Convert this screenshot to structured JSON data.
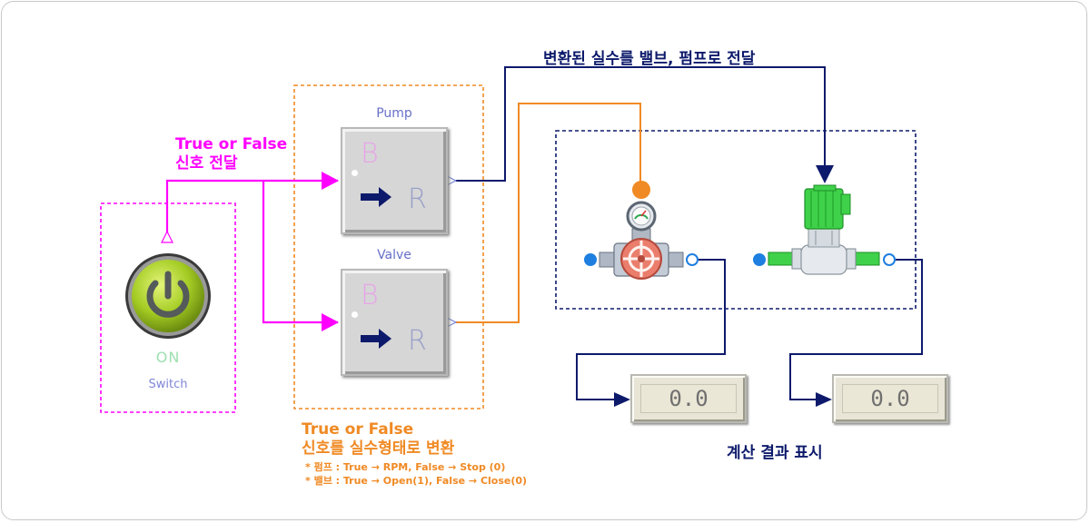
{
  "labels": {
    "signal_title_line1": "True or False",
    "signal_title_line2": "신호 전달",
    "convert_title_line1": "True or False",
    "convert_title_line2": "신호를 실수형태로 변환",
    "convert_note_pump": "* 펌프 : True → RPM, False → Stop (0)",
    "convert_note_valve": "* 밸브 : True → Open(1), False → Close(0)",
    "deliver_title": "변환된 실수를 밸브, 펌프로 전달",
    "result_title": "계산 결과 표시"
  },
  "switch": {
    "state": "ON",
    "label": "Switch"
  },
  "blocks": [
    {
      "label": "Pump",
      "input_letter": "B",
      "output_letter": "R"
    },
    {
      "label": "Valve",
      "input_letter": "B",
      "output_letter": "R"
    }
  ],
  "displays": [
    {
      "value": "0.0"
    },
    {
      "value": "0.0"
    }
  ],
  "colors": {
    "magenta": "#ff00ff",
    "orange": "#f08a24",
    "navy": "#0d1a6b",
    "switch_green": "#9acd32",
    "valve_red": "#e36b5a",
    "pump_green": "#3fd14a",
    "port_blue": "#1e7fe0"
  },
  "icons": {
    "switch": "power-button-icon",
    "valve": "gate-valve-icon",
    "pump": "centrifugal-pump-icon",
    "block_arrow": "right-arrow-icon"
  }
}
